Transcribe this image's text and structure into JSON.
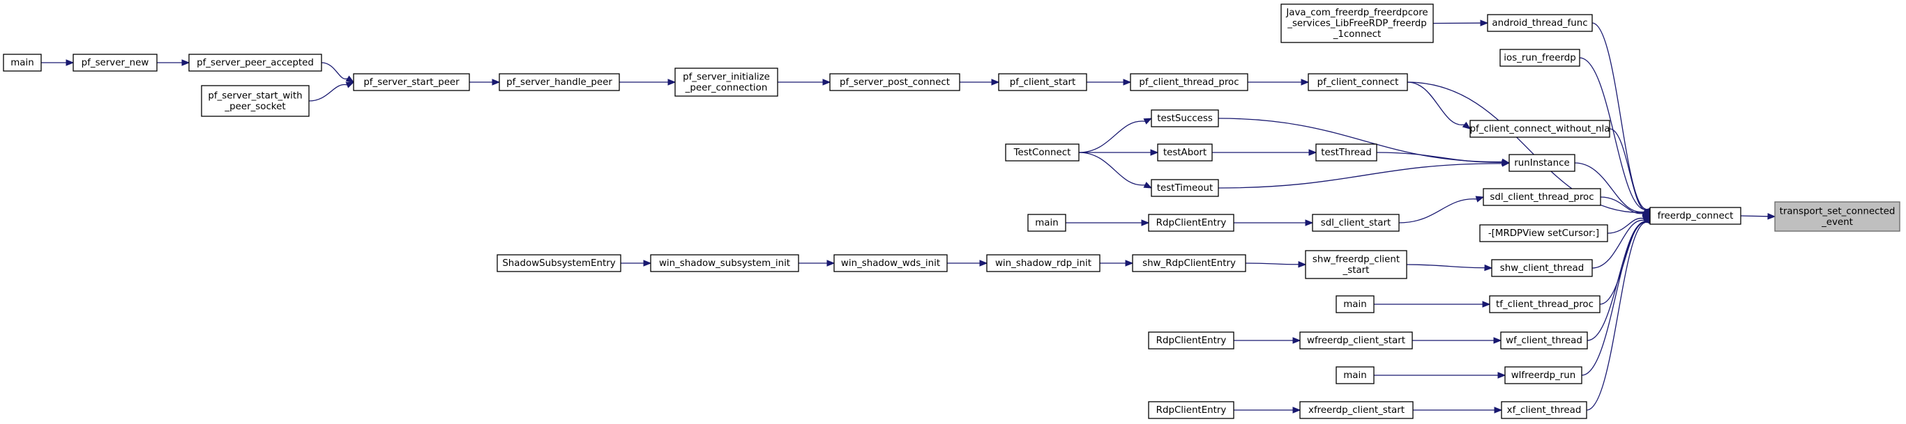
{
  "graph": {
    "target": "transport_set_connected_event",
    "nodes": [
      {
        "id": "main_a",
        "lines": [
          "main"
        ]
      },
      {
        "id": "pf_server_new",
        "lines": [
          "pf_server_new"
        ]
      },
      {
        "id": "pf_server_peer_accepted",
        "lines": [
          "pf_server_peer_accepted"
        ]
      },
      {
        "id": "pf_server_start_with_peer_socket",
        "lines": [
          "pf_server_start_with",
          "_peer_socket"
        ]
      },
      {
        "id": "pf_server_start_peer",
        "lines": [
          "pf_server_start_peer"
        ]
      },
      {
        "id": "pf_server_handle_peer",
        "lines": [
          "pf_server_handle_peer"
        ]
      },
      {
        "id": "pf_server_initialize_peer_connection",
        "lines": [
          "pf_server_initialize",
          "_peer_connection"
        ]
      },
      {
        "id": "pf_server_post_connect",
        "lines": [
          "pf_server_post_connect"
        ]
      },
      {
        "id": "pf_client_start",
        "lines": [
          "pf_client_start"
        ]
      },
      {
        "id": "pf_client_thread_proc",
        "lines": [
          "pf_client_thread_proc"
        ]
      },
      {
        "id": "pf_client_connect",
        "lines": [
          "pf_client_connect"
        ]
      },
      {
        "id": "java_connect",
        "lines": [
          "Java_com_freerdp_freerdpcore",
          "_services_LibFreeRDP_freerdp",
          "_1connect"
        ]
      },
      {
        "id": "android_thread_func",
        "lines": [
          "android_thread_func"
        ]
      },
      {
        "id": "ios_run_freerdp",
        "lines": [
          "ios_run_freerdp"
        ]
      },
      {
        "id": "pf_client_connect_without_nla",
        "lines": [
          "pf_client_connect_without_nla"
        ]
      },
      {
        "id": "TestConnect",
        "lines": [
          "TestConnect"
        ]
      },
      {
        "id": "testSuccess",
        "lines": [
          "testSuccess"
        ]
      },
      {
        "id": "testAbort",
        "lines": [
          "testAbort"
        ]
      },
      {
        "id": "testThread",
        "lines": [
          "testThread"
        ]
      },
      {
        "id": "testTimeout",
        "lines": [
          "testTimeout"
        ]
      },
      {
        "id": "runInstance",
        "lines": [
          "runInstance"
        ]
      },
      {
        "id": "main_b",
        "lines": [
          "main"
        ]
      },
      {
        "id": "RdpClientEntry_a",
        "lines": [
          "RdpClientEntry"
        ]
      },
      {
        "id": "sdl_client_start",
        "lines": [
          "sdl_client_start"
        ]
      },
      {
        "id": "sdl_client_thread_proc",
        "lines": [
          "sdl_client_thread_proc"
        ]
      },
      {
        "id": "mrdpview_setcursor",
        "lines": [
          "-[MRDPView setCursor:]"
        ]
      },
      {
        "id": "freerdp_connect",
        "lines": [
          "freerdp_connect"
        ]
      },
      {
        "id": "transport_set_connected_event",
        "lines": [
          "transport_set_connected",
          "_event"
        ]
      },
      {
        "id": "ShadowSubsystemEntry",
        "lines": [
          "ShadowSubsystemEntry"
        ]
      },
      {
        "id": "win_shadow_subsystem_init",
        "lines": [
          "win_shadow_subsystem_init"
        ]
      },
      {
        "id": "win_shadow_wds_init",
        "lines": [
          "win_shadow_wds_init"
        ]
      },
      {
        "id": "win_shadow_rdp_init",
        "lines": [
          "win_shadow_rdp_init"
        ]
      },
      {
        "id": "shw_RdpClientEntry",
        "lines": [
          "shw_RdpClientEntry"
        ]
      },
      {
        "id": "shw_freerdp_client_start",
        "lines": [
          "shw_freerdp_client",
          "_start"
        ]
      },
      {
        "id": "shw_client_thread",
        "lines": [
          "shw_client_thread"
        ]
      },
      {
        "id": "main_c",
        "lines": [
          "main"
        ]
      },
      {
        "id": "tf_client_thread_proc",
        "lines": [
          "tf_client_thread_proc"
        ]
      },
      {
        "id": "RdpClientEntry_b",
        "lines": [
          "RdpClientEntry"
        ]
      },
      {
        "id": "wfreerdp_client_start",
        "lines": [
          "wfreerdp_client_start"
        ]
      },
      {
        "id": "wf_client_thread",
        "lines": [
          "wf_client_thread"
        ]
      },
      {
        "id": "main_d",
        "lines": [
          "main"
        ]
      },
      {
        "id": "wlfreerdp_run",
        "lines": [
          "wlfreerdp_run"
        ]
      },
      {
        "id": "RdpClientEntry_c",
        "lines": [
          "RdpClientEntry"
        ]
      },
      {
        "id": "xfreerdp_client_start",
        "lines": [
          "xfreerdp_client_start"
        ]
      },
      {
        "id": "xf_client_thread",
        "lines": [
          "xf_client_thread"
        ]
      }
    ],
    "edges": [
      [
        "main_a",
        "pf_server_new"
      ],
      [
        "pf_server_new",
        "pf_server_peer_accepted"
      ],
      [
        "pf_server_peer_accepted",
        "pf_server_start_peer"
      ],
      [
        "pf_server_start_with_peer_socket",
        "pf_server_start_peer"
      ],
      [
        "pf_server_start_peer",
        "pf_server_handle_peer"
      ],
      [
        "pf_server_handle_peer",
        "pf_server_initialize_peer_connection"
      ],
      [
        "pf_server_initialize_peer_connection",
        "pf_server_post_connect"
      ],
      [
        "pf_server_post_connect",
        "pf_client_start"
      ],
      [
        "pf_client_start",
        "pf_client_thread_proc"
      ],
      [
        "pf_client_thread_proc",
        "pf_client_connect"
      ],
      [
        "pf_client_connect",
        "pf_client_connect_without_nla"
      ],
      [
        "pf_client_connect",
        "freerdp_connect"
      ],
      [
        "java_connect",
        "android_thread_func"
      ],
      [
        "android_thread_func",
        "freerdp_connect"
      ],
      [
        "ios_run_freerdp",
        "freerdp_connect"
      ],
      [
        "pf_client_connect_without_nla",
        "freerdp_connect"
      ],
      [
        "TestConnect",
        "testSuccess"
      ],
      [
        "TestConnect",
        "testAbort"
      ],
      [
        "TestConnect",
        "testTimeout"
      ],
      [
        "testSuccess",
        "runInstance"
      ],
      [
        "testAbort",
        "testThread"
      ],
      [
        "testThread",
        "runInstance"
      ],
      [
        "testTimeout",
        "runInstance"
      ],
      [
        "runInstance",
        "freerdp_connect"
      ],
      [
        "main_b",
        "RdpClientEntry_a"
      ],
      [
        "RdpClientEntry_a",
        "sdl_client_start"
      ],
      [
        "sdl_client_start",
        "sdl_client_thread_proc"
      ],
      [
        "sdl_client_thread_proc",
        "freerdp_connect"
      ],
      [
        "mrdpview_setcursor",
        "freerdp_connect"
      ],
      [
        "ShadowSubsystemEntry",
        "win_shadow_subsystem_init"
      ],
      [
        "win_shadow_subsystem_init",
        "win_shadow_wds_init"
      ],
      [
        "win_shadow_wds_init",
        "win_shadow_rdp_init"
      ],
      [
        "win_shadow_rdp_init",
        "shw_RdpClientEntry"
      ],
      [
        "shw_RdpClientEntry",
        "shw_freerdp_client_start"
      ],
      [
        "shw_freerdp_client_start",
        "shw_client_thread"
      ],
      [
        "shw_client_thread",
        "freerdp_connect"
      ],
      [
        "main_c",
        "tf_client_thread_proc"
      ],
      [
        "tf_client_thread_proc",
        "freerdp_connect"
      ],
      [
        "RdpClientEntry_b",
        "wfreerdp_client_start"
      ],
      [
        "wfreerdp_client_start",
        "wf_client_thread"
      ],
      [
        "wf_client_thread",
        "freerdp_connect"
      ],
      [
        "main_d",
        "wlfreerdp_run"
      ],
      [
        "wlfreerdp_run",
        "freerdp_connect"
      ],
      [
        "RdpClientEntry_c",
        "xfreerdp_client_start"
      ],
      [
        "xfreerdp_client_start",
        "xf_client_thread"
      ],
      [
        "xf_client_thread",
        "freerdp_connect"
      ],
      [
        "freerdp_connect",
        "transport_set_connected_event"
      ]
    ]
  }
}
